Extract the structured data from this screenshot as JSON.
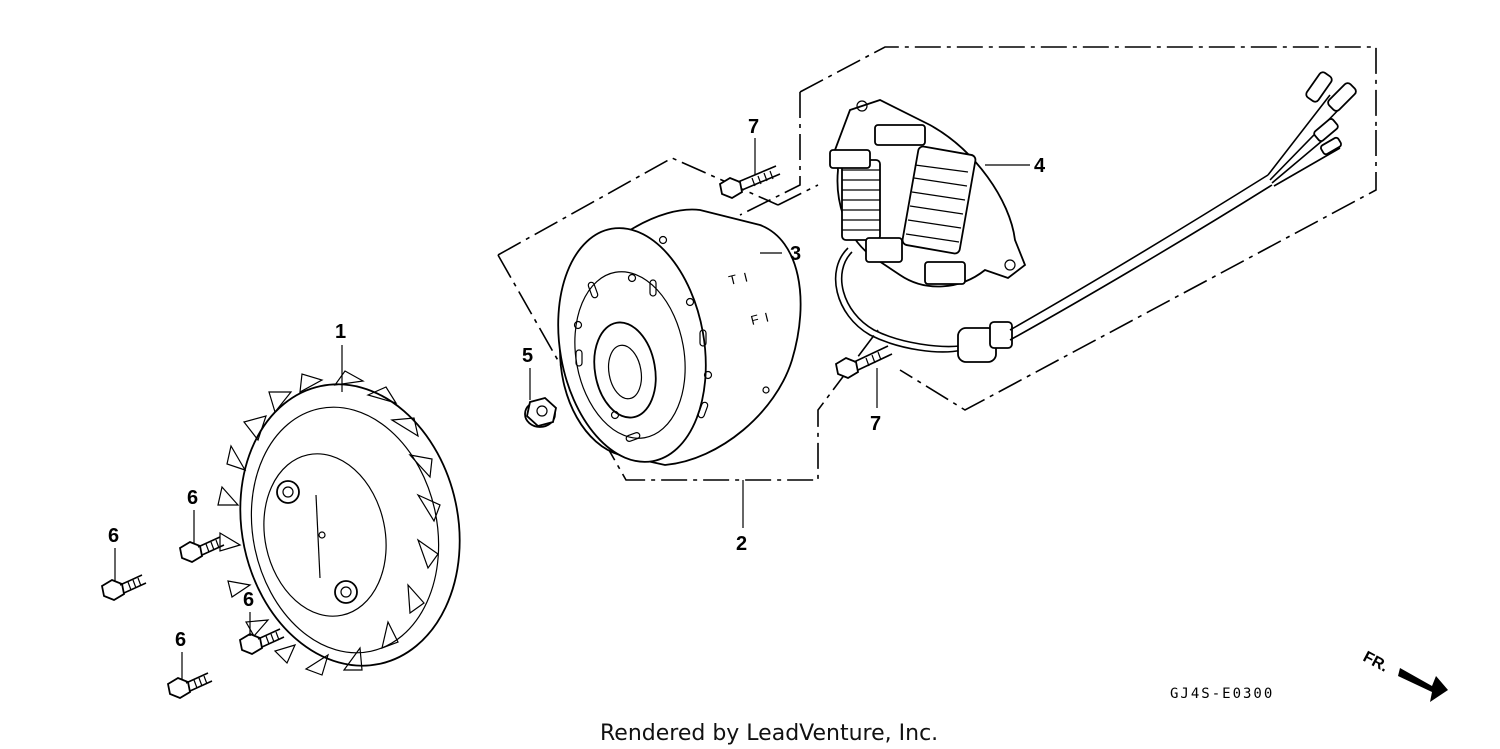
{
  "diagram": {
    "callouts": [
      {
        "id": "part-1",
        "label": "1"
      },
      {
        "id": "part-2",
        "label": "2"
      },
      {
        "id": "part-3",
        "label": "3"
      },
      {
        "id": "part-4",
        "label": "4"
      },
      {
        "id": "part-5",
        "label": "5"
      },
      {
        "id": "part-6a",
        "label": "6"
      },
      {
        "id": "part-6b",
        "label": "6"
      },
      {
        "id": "part-6c",
        "label": "6"
      },
      {
        "id": "part-6d",
        "label": "6"
      },
      {
        "id": "part-7a",
        "label": "7"
      },
      {
        "id": "part-7b",
        "label": "7"
      }
    ],
    "reference_code": "GJ4S-E0300",
    "front_indicator": "FR.",
    "credit": "Rendered by LeadVenture, Inc."
  }
}
